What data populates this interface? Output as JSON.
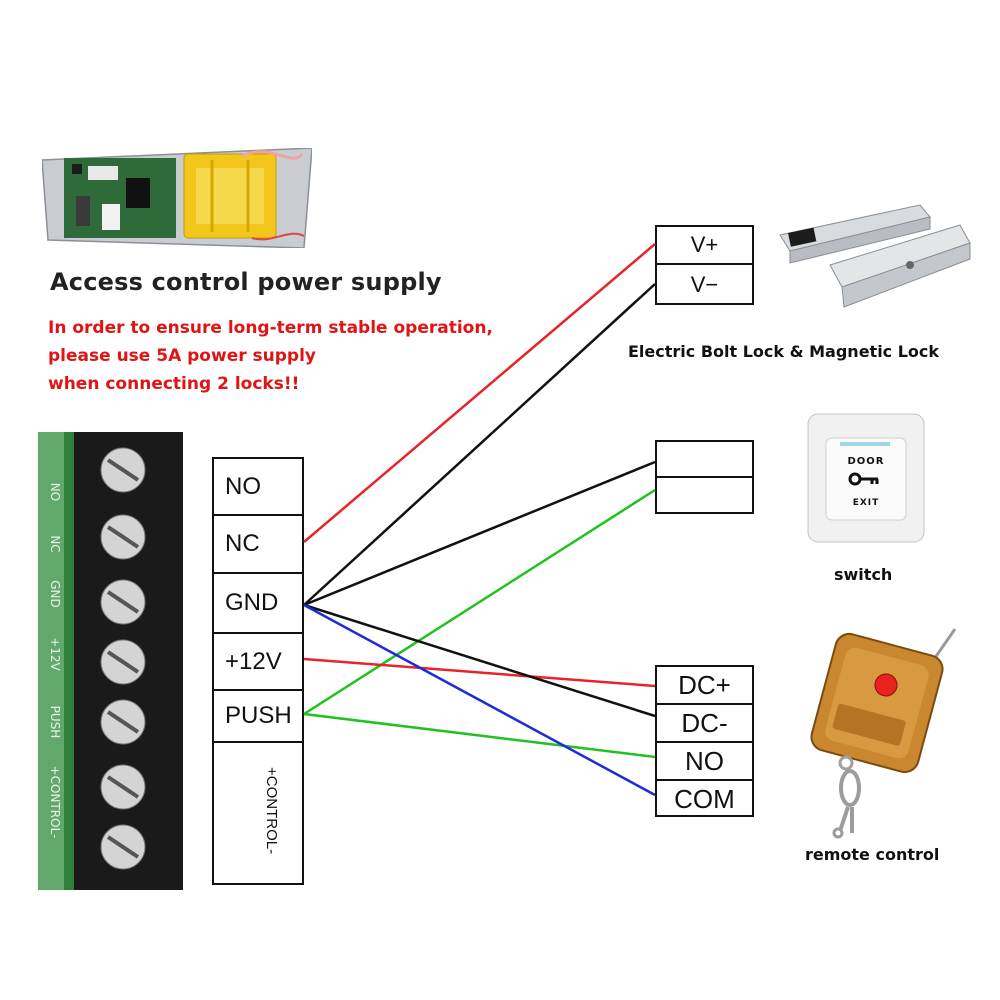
{
  "power_supply": {
    "title": "Access control power supply",
    "warning_lines": [
      "In order to ensure long-term stable operation,",
      "please use 5A power supply",
      "when connecting 2 locks!!"
    ]
  },
  "terminal_photo_labels": [
    "NO",
    "NC",
    "GND",
    "+12V",
    "PUSH",
    "+CONTROL-"
  ],
  "terminal_block": {
    "labels": [
      "NO",
      "NC",
      "GND",
      "+12V",
      "PUSH"
    ],
    "control_label": "+CONTROL-"
  },
  "lock": {
    "terminals": [
      "V+",
      "V−"
    ],
    "caption": "Electric Bolt Lock & Magnetic Lock"
  },
  "switch": {
    "terminals": [
      "",
      ""
    ],
    "caption": "switch",
    "plate_text_top": "DOOR",
    "plate_text_bottom": "EXIT",
    "plate_icon": "key-icon"
  },
  "remote": {
    "terminals": [
      "DC+",
      "DC-",
      "NO",
      "COM"
    ],
    "caption": "remote control"
  },
  "colors": {
    "red": "#e8232a",
    "black": "#111111",
    "green": "#1fc21f",
    "blue": "#1f2bd6",
    "warning": "#e01414"
  }
}
